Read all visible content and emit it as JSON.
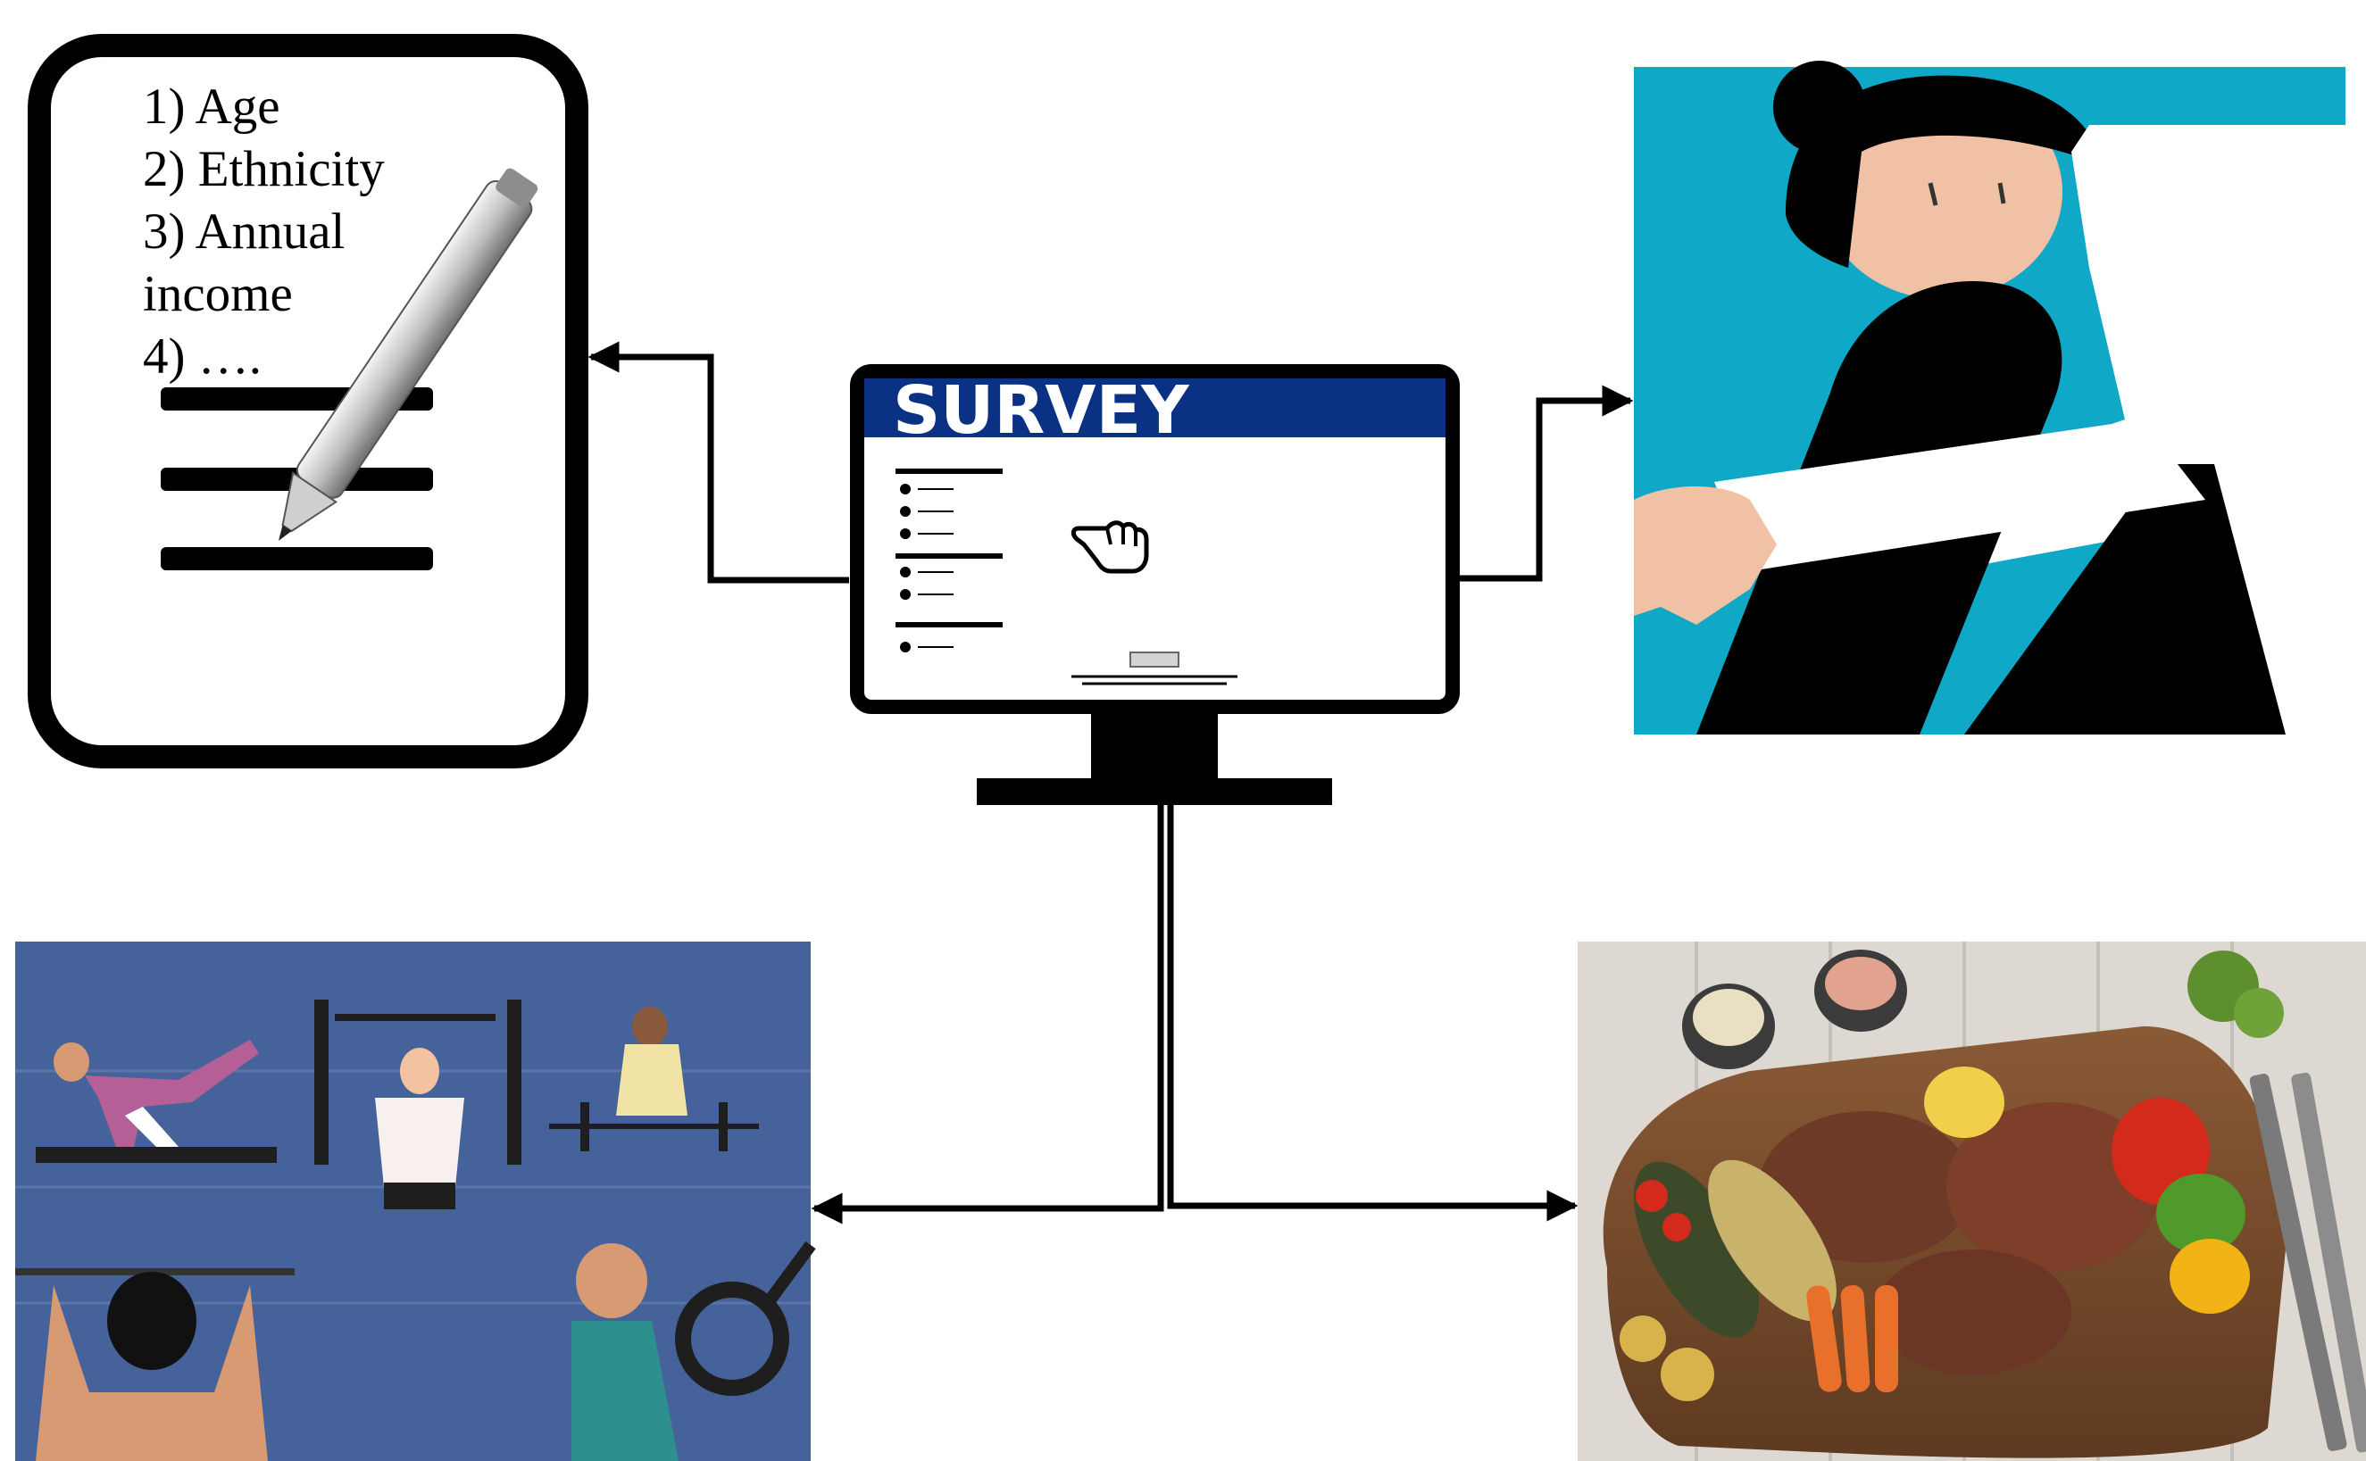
{
  "form": {
    "lines": [
      "1) Age",
      "2) Ethnicity",
      "3) Annual",
      "income",
      "4) …."
    ]
  },
  "monitor": {
    "title": "SURVEY"
  },
  "panels": {
    "stress": "stress-illustration",
    "exercise": "exercise-illustration",
    "diet": "food-photo"
  },
  "icons": {
    "pen": "pen-icon",
    "pointer": "hand-pointer-icon"
  },
  "colors": {
    "survey_banner": "#0a3184",
    "stress_bg": "#0fa8c6",
    "exercise_bg": "#45639a",
    "diet_bg": "#ddd9d2"
  }
}
